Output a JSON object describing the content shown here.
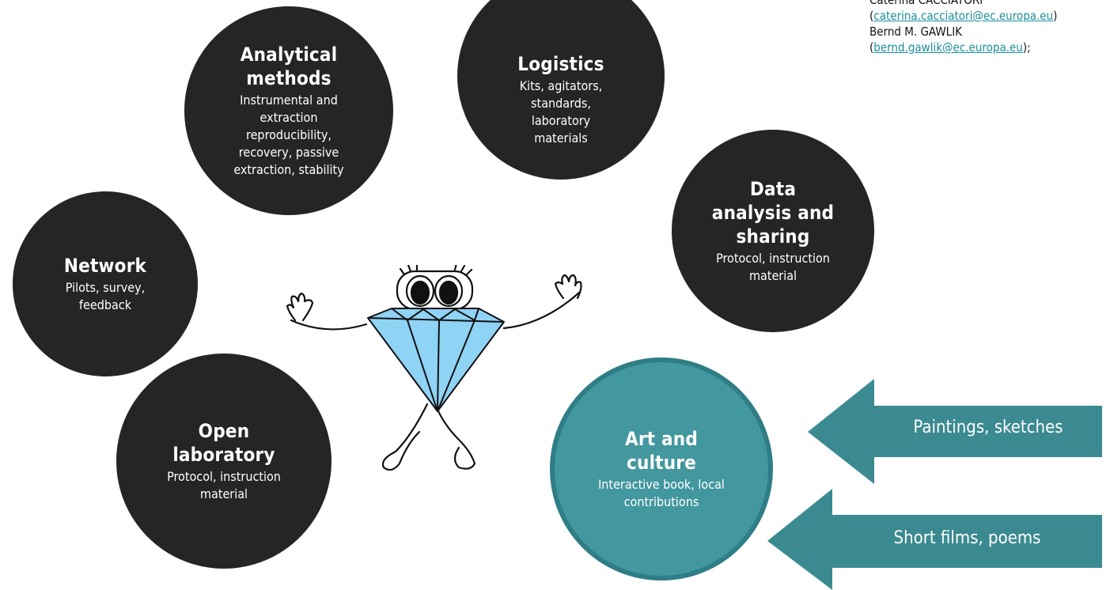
{
  "contacts": [
    {
      "name": "Caterina CACCIATORI",
      "email": "caterina.cacciatori@ec.europa.eu",
      "suffix": ")"
    },
    {
      "name": "Bernd M. GAWLIK",
      "email": "bernd.gawlik@ec.europa.eu",
      "suffix": ");"
    }
  ],
  "circles": {
    "analytical": {
      "title": "Analytical methods",
      "text": "Instrumental and extraction reproducibility, recovery, passive extraction, stability"
    },
    "logistics": {
      "title": "Logistics",
      "text": "Kits, agitators, standards, laboratory materials"
    },
    "data": {
      "title": "Data analysis and sharing",
      "text": "Protocol, instruction material"
    },
    "network": {
      "title": "Network",
      "text": "Pilots, survey, feedback"
    },
    "open_lab": {
      "title": "Open laboratory",
      "text": "Protocol, instruction material"
    },
    "art": {
      "title": "Art and culture",
      "text": "Interactive book, local contributions"
    }
  },
  "arrows": {
    "top": "Paintings, sketches",
    "bottom": "Short films, poems"
  },
  "colors": {
    "dark_circle": "#252525",
    "teal": "#43979f",
    "arrow": "#3b8a91",
    "diamond": "#8fd3f5"
  }
}
